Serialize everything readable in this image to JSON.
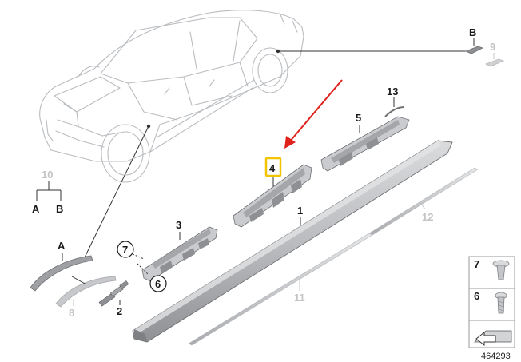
{
  "diagram": {
    "reference_number": "464293",
    "colors": {
      "highlight": "#f2c500",
      "arrow": "#e0201b",
      "part_fill": "#c9cbce",
      "part_dark": "#8e9094",
      "car_line": "#b9bcc0",
      "grey_label": "#c4c4c4"
    },
    "labels": {
      "p1": "1",
      "p2": "2",
      "p3": "3",
      "p4": "4",
      "p5": "5",
      "p6": "6",
      "p7": "7",
      "p8": "8",
      "p9": "9",
      "p10": "10",
      "p11": "11",
      "p12": "12",
      "p13": "13",
      "a_tree": "A",
      "b_tree": "B",
      "a_part": "A",
      "b_part": "B"
    },
    "legend": {
      "item7": "7",
      "item6": "6",
      "arrow_icon": "continue-arrow-icon"
    },
    "highlighted_part": "4"
  }
}
